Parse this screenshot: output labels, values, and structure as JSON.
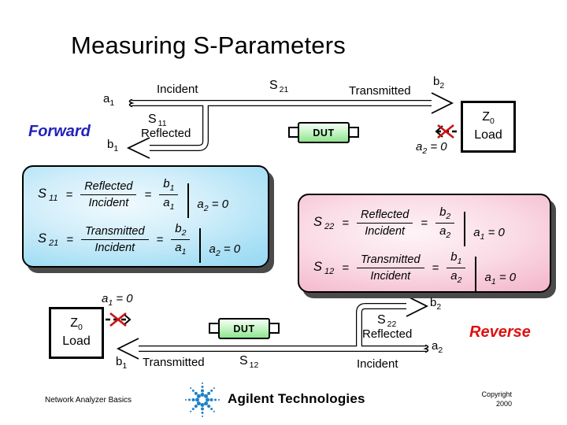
{
  "title": "Measuring S-Parameters",
  "eq": "=",
  "forward": {
    "direction": "Forward",
    "a1": [
      "a",
      "1"
    ],
    "b1": [
      "b",
      "1"
    ],
    "b2": [
      "b",
      "2"
    ],
    "incident": "Incident",
    "s21": [
      "S",
      "21"
    ],
    "transmitted": "Transmitted",
    "s11": [
      "S",
      "11"
    ],
    "reflected": "Reflected",
    "dut": "DUT",
    "load": [
      "Z",
      "0",
      "Load"
    ],
    "a2zero": [
      "a",
      "2",
      " = 0"
    ]
  },
  "reverse": {
    "direction": "Reverse",
    "a1zero": [
      "a",
      "1",
      " = 0"
    ],
    "load": [
      "Z",
      "0",
      "Load"
    ],
    "dut": "DUT",
    "b2": [
      "b",
      "2"
    ],
    "s22": [
      "S",
      "22"
    ],
    "reflected": "Reflected",
    "a2": [
      "a",
      "2"
    ],
    "b1": [
      "b",
      "1"
    ],
    "transmitted": "Transmitted",
    "s12": [
      "S",
      "12"
    ],
    "incident": "Incident"
  },
  "formulas": {
    "blue": {
      "rows": [
        {
          "s": [
            "S",
            "11"
          ],
          "ratio": [
            "Reflected",
            "Incident"
          ],
          "frac": [
            [
              "b",
              "1"
            ],
            [
              "a",
              "1"
            ]
          ],
          "cond": [
            "a",
            "2",
            " = 0"
          ]
        },
        {
          "s": [
            "S",
            "21"
          ],
          "ratio": [
            "Transmitted",
            "Incident"
          ],
          "frac": [
            [
              "b",
              "2"
            ],
            [
              "a",
              "1"
            ]
          ],
          "cond": [
            "a",
            "2",
            " = 0"
          ]
        }
      ]
    },
    "pink": {
      "rows": [
        {
          "s": [
            "S",
            "22"
          ],
          "ratio": [
            "Reflected",
            "Incident"
          ],
          "frac": [
            [
              "b",
              "2"
            ],
            [
              "a",
              "2"
            ]
          ],
          "cond": [
            "a",
            "1",
            " = 0"
          ]
        },
        {
          "s": [
            "S",
            "12"
          ],
          "ratio": [
            "Transmitted",
            "Incident"
          ],
          "frac": [
            [
              "b",
              "1"
            ],
            [
              "a",
              "2"
            ]
          ],
          "cond": [
            "a",
            "1",
            " = 0"
          ]
        }
      ]
    }
  },
  "footer": {
    "left": "Network Analyzer Basics",
    "brand": "Agilent Technologies",
    "copyright_line1": "Copyright",
    "copyright_line2": "2000"
  },
  "colors": {
    "formula_box_blue": "#8fd4ef",
    "formula_box_pink": "#f2aac0",
    "dut_green": "#a9ebA9",
    "forward_blue": "#2222bb",
    "reverse_red": "#dd1111",
    "cross_red": "#cc1111",
    "agilent_blue": "#1d82c8",
    "shadow_gray": "#4a4a4a"
  }
}
